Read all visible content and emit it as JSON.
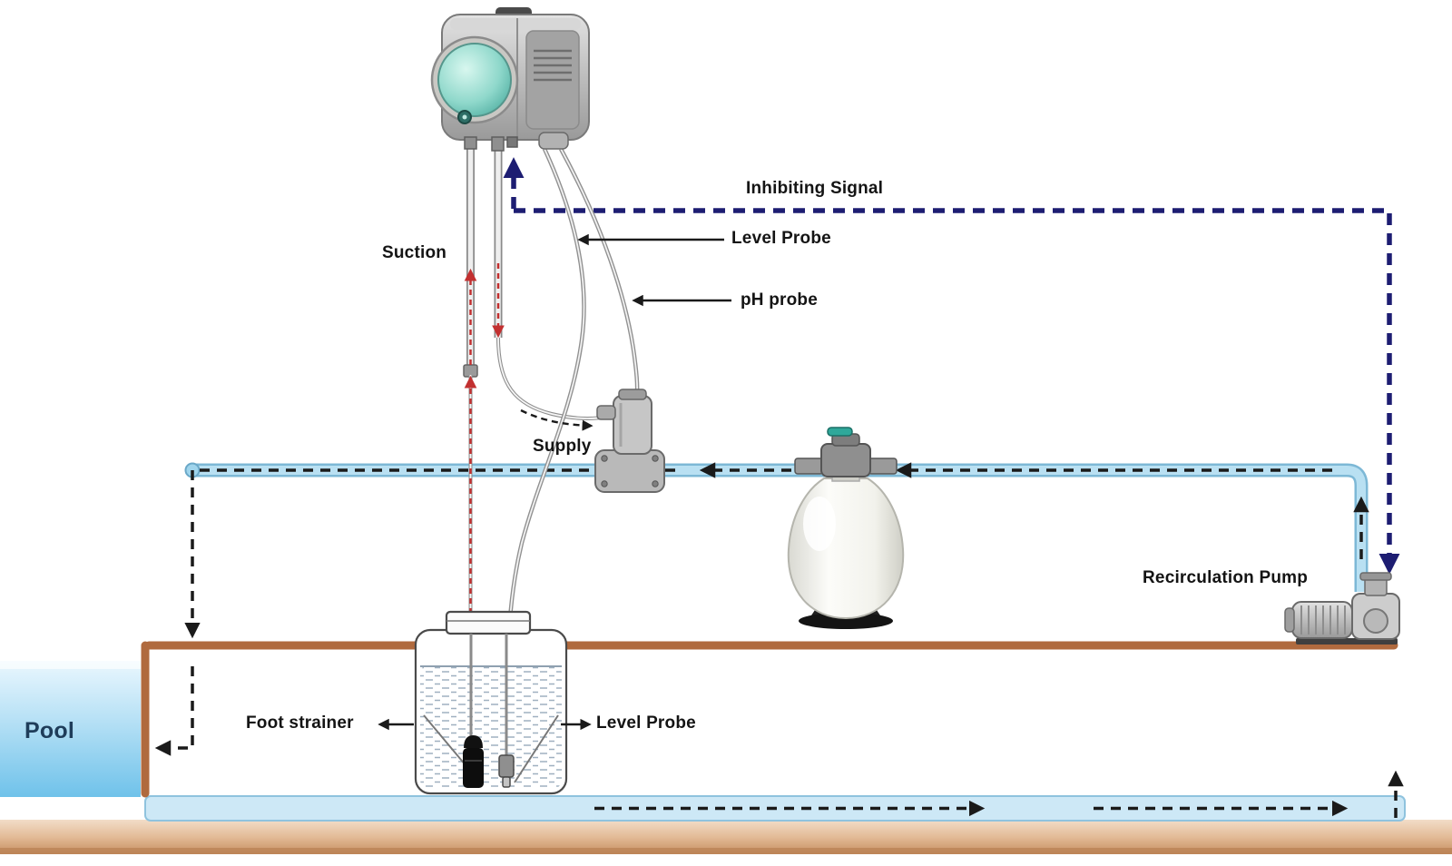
{
  "diagram": {
    "title": "Pool pH dosing system installation diagram",
    "labels": {
      "inhibiting_signal": "Inhibiting Signal",
      "suction": "Suction",
      "level_probe_top": "Level Probe",
      "ph_probe": "pH probe",
      "supply": "Supply",
      "recirculation_pump": "Recirculation Pump",
      "foot_strainer": "Foot strainer",
      "level_probe_tank": "Level Probe",
      "pool": "Pool"
    },
    "colors": {
      "pipe_fill": "#b9e0f2",
      "pipe_edge": "#7db8d6",
      "signal_navy": "#1d1d72",
      "flow_black": "#1a1a1a",
      "dose_red": "#c23030",
      "deck_brown": "#b06a3e",
      "ground_tan": "#d9ac85",
      "pool_blue": "#74c4ea",
      "rotor_teal": "#5fc3b4",
      "device_gray": "#b5b5b5"
    }
  }
}
